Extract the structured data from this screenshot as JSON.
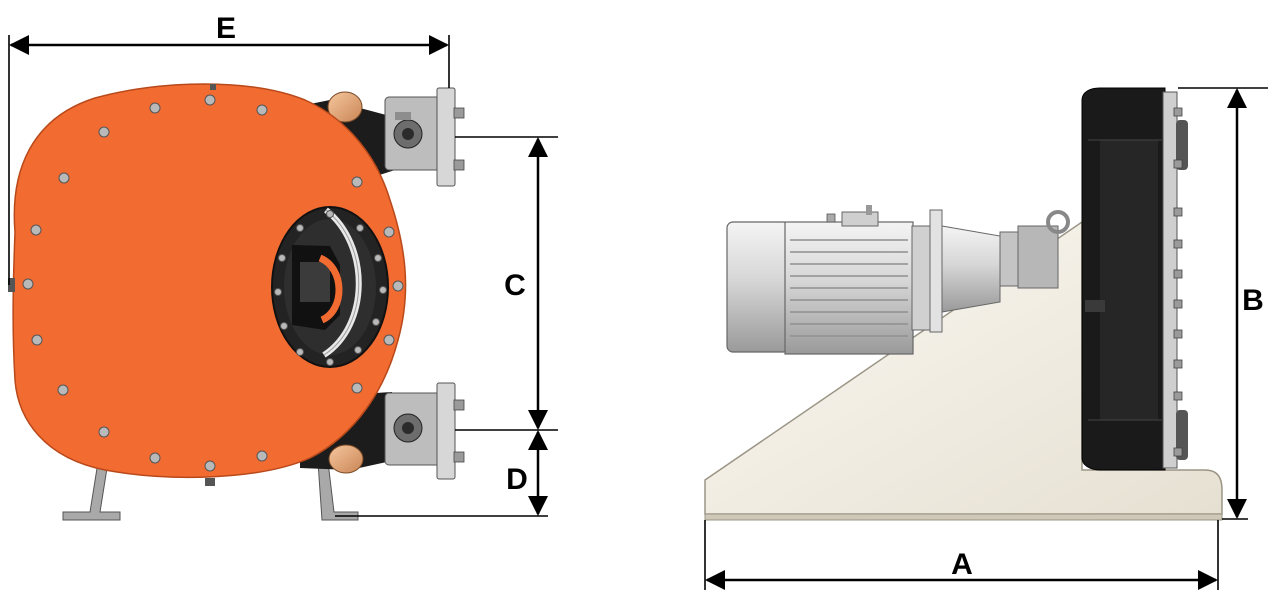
{
  "dimensions": {
    "A": {
      "label": "A"
    },
    "B": {
      "label": "B"
    },
    "C": {
      "label": "C"
    },
    "D": {
      "label": "D"
    },
    "E": {
      "label": "E"
    }
  },
  "colors": {
    "pump_casing": "#f26b31",
    "pump_casing_shadow": "#d9551d",
    "metal_dark": "#1a1a1a",
    "metal_grey": "#bfbfbf",
    "base_plate": "#f3efe6",
    "brass": "#e7a877",
    "dimension_lines": "#000000"
  },
  "views": {
    "front": {
      "name": "front-view"
    },
    "side": {
      "name": "side-view"
    }
  }
}
